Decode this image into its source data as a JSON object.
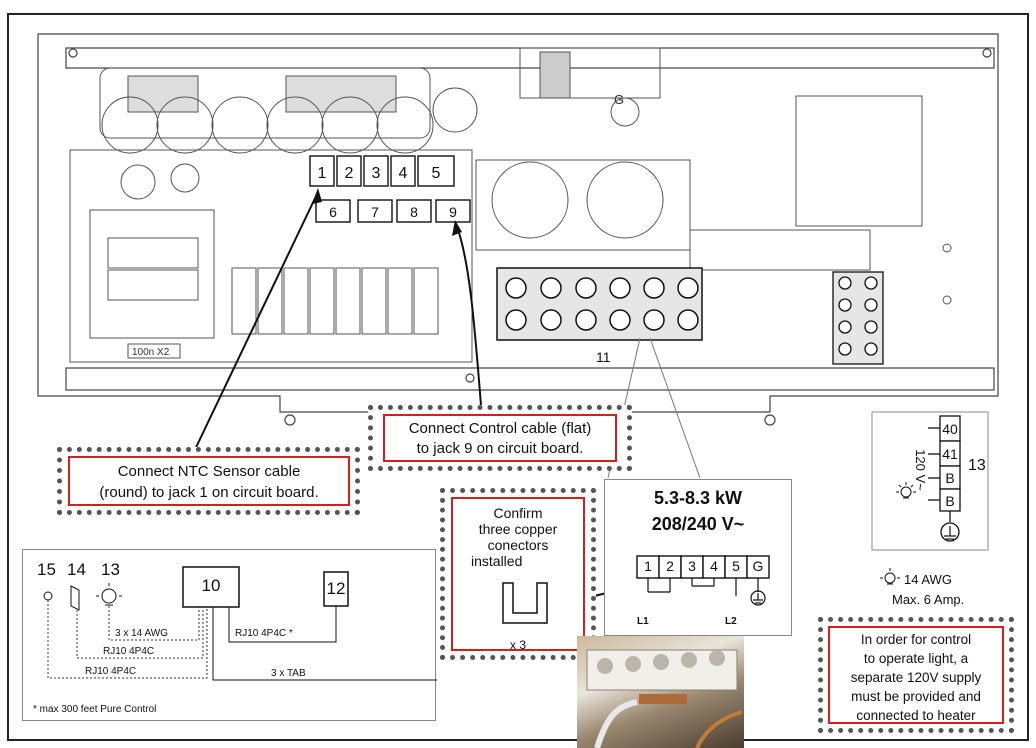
{
  "jacks_top": [
    "1",
    "2",
    "3",
    "4",
    "5"
  ],
  "jacks_bottom": [
    "6",
    "7",
    "8",
    "9"
  ],
  "board_label": "100n X2",
  "terminal_ref": "11",
  "ground_mark": "G",
  "callouts": {
    "ntc": [
      "Connect NTC Sensor cable",
      "(round) to jack 1 on circuit board."
    ],
    "control": [
      "Connect Control cable (flat)",
      "to jack 9 on circuit board."
    ],
    "confirm": [
      "Confirm",
      "three copper",
      "conectors",
      "installed"
    ],
    "confirm_qty": "x 3",
    "light": [
      "In order for control",
      "to operate light, a",
      "separate 120V supply",
      "must be provided and",
      "connected to heater"
    ]
  },
  "spec": {
    "power": "5.3-8.3 kW",
    "voltage": "208/240 V~",
    "terminals": [
      "1",
      "2",
      "3",
      "4",
      "5",
      "G"
    ],
    "l1": "L1",
    "l2": "L2"
  },
  "right_panel": {
    "ref": "13",
    "voltage": "120 V~",
    "terminals": [
      "40",
      "41",
      "B",
      "B"
    ]
  },
  "light_wire": {
    "gauge": "14 AWG",
    "max": "Max. 6 Amp."
  },
  "legend": {
    "refs": [
      "15",
      "14",
      "13"
    ],
    "box10": "10",
    "box12": "12",
    "wire1": "3 x 14 AWG",
    "wire2": "RJ10 4P4C",
    "wire3": "RJ10 4P4C",
    "wire4": "RJ10 4P4C *",
    "wire5": "3 x TAB",
    "footnote": "*  max 300 feet Pure Control"
  }
}
